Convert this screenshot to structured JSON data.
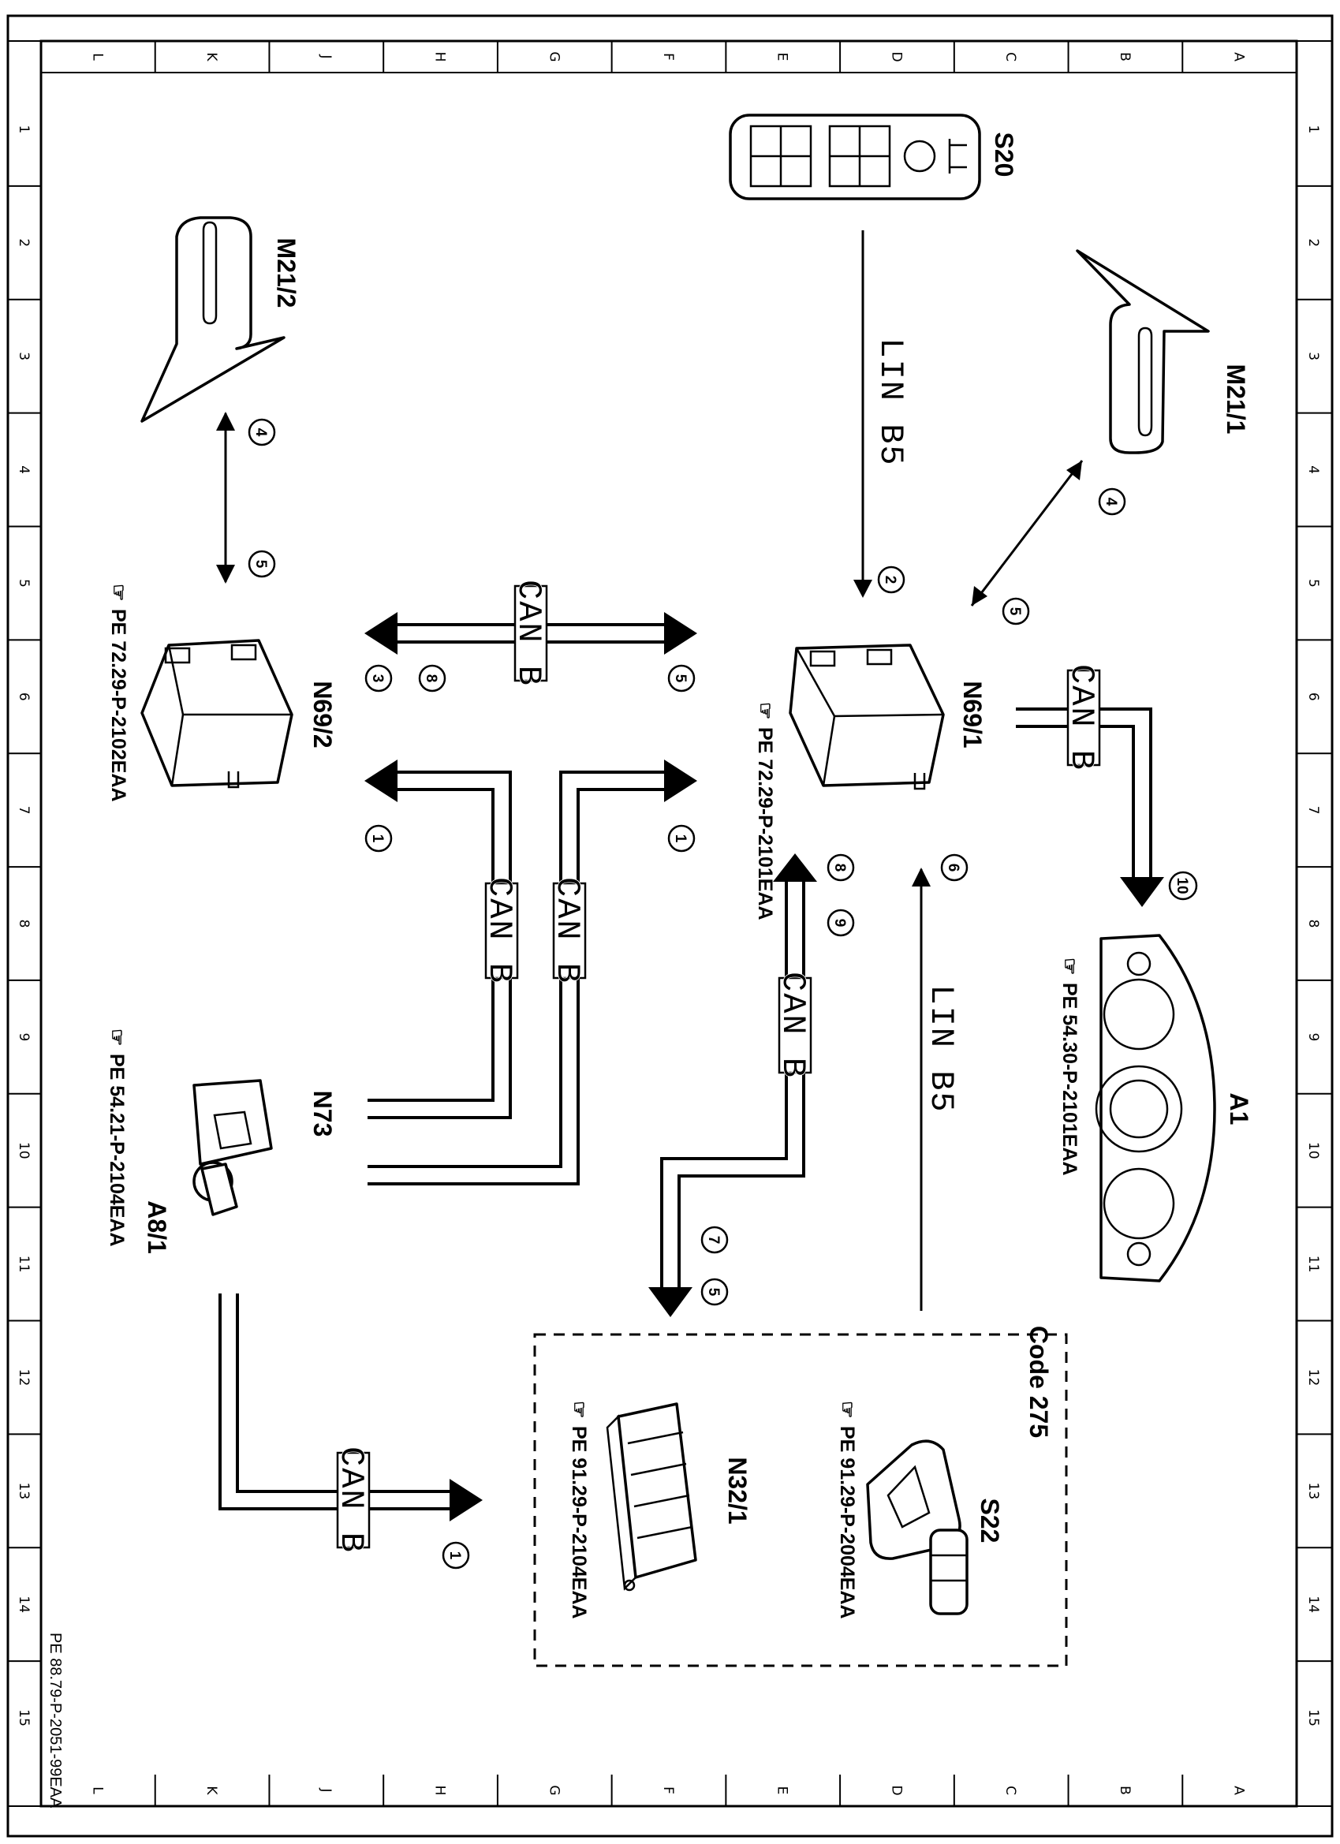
{
  "sheet": {
    "col_letters": [
      "A",
      "B",
      "C",
      "D",
      "E",
      "F",
      "G",
      "H",
      "J",
      "K",
      "L"
    ],
    "row_numbers": [
      "1",
      "2",
      "3",
      "4",
      "5",
      "6",
      "7",
      "8",
      "9",
      "10",
      "11",
      "12",
      "13",
      "14",
      "15"
    ],
    "document_number": "PE 88.79-P-2051-99EAA"
  },
  "components": {
    "s20": {
      "label": "S20"
    },
    "m21_1": {
      "label": "M21/1"
    },
    "m21_2": {
      "label": "M21/2"
    },
    "n69_1": {
      "label": "N69/1",
      "ref": "PE 72.29-P-2101EAA"
    },
    "n69_2": {
      "label": "N69/2",
      "ref": "PE 72.29-P-2102EAA"
    },
    "a1": {
      "label": "A1",
      "ref": "PE 54.30-P-2101EAA"
    },
    "n73": {
      "label": "N73",
      "label2": "A8/1",
      "ref": "PE 54.21-P-2104EAA"
    },
    "s22": {
      "label": "S22",
      "ref": "PE 91.29-P-2004EAA"
    },
    "n32_1": {
      "label": "N32/1",
      "ref": "PE 91.29-P-2104EAA"
    },
    "code_box": {
      "label": "Code 275"
    }
  },
  "buses": {
    "lin": "LIN B5",
    "can": "CAN B"
  },
  "markers": {
    "m1": "1",
    "m2": "2",
    "m3": "3",
    "m4": "4",
    "m5": "5",
    "m6": "6",
    "m7": "7",
    "m8": "8",
    "m9": "9",
    "m10": "10"
  },
  "icons": {
    "reference": "pointing-hand-icon"
  }
}
